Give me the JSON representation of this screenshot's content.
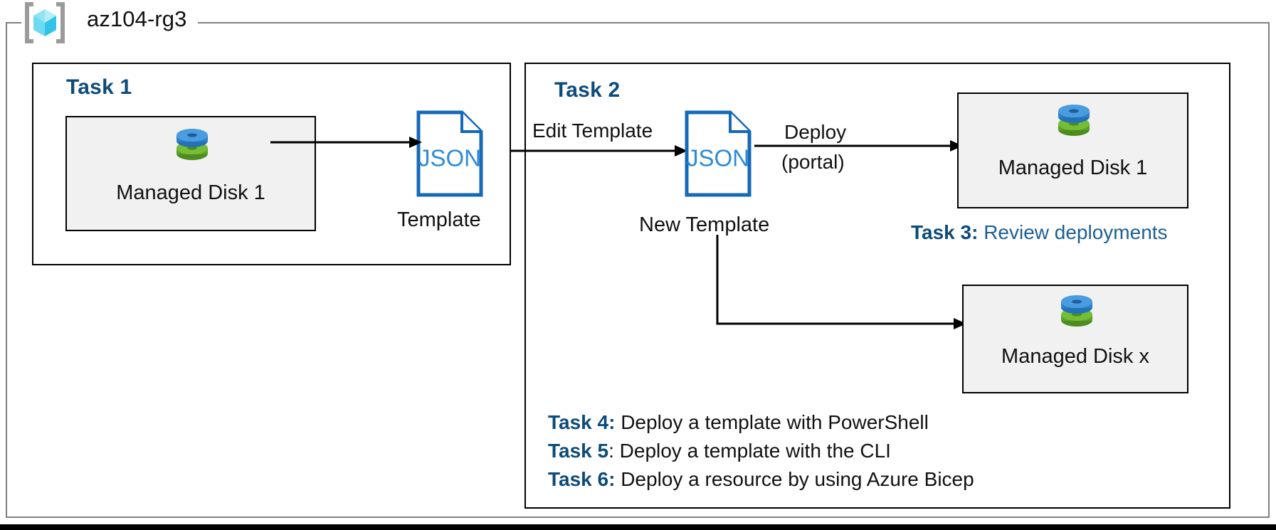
{
  "resource_group": {
    "name": "az104-rg3",
    "icon": "azure-resource-group-icon"
  },
  "panels": [
    {
      "id": "task1",
      "title": "Task 1"
    },
    {
      "id": "task2",
      "title": "Task 2"
    }
  ],
  "resources": [
    {
      "id": "disk1",
      "label": "Managed Disk 1",
      "icon": "managed-disk-icon"
    },
    {
      "id": "disk2",
      "label": "Managed Disk 1",
      "icon": "managed-disk-icon"
    },
    {
      "id": "diskx",
      "label": "Managed Disk x",
      "icon": "managed-disk-icon"
    }
  ],
  "templates": [
    {
      "id": "template1",
      "badge": "JSON",
      "caption": "Template",
      "icon": "json-document-icon"
    },
    {
      "id": "template2",
      "badge": "JSON",
      "caption": "New Template",
      "icon": "json-document-icon"
    }
  ],
  "edges": [
    {
      "id": "export",
      "label": ""
    },
    {
      "id": "edit",
      "label": "Edit Template"
    },
    {
      "id": "deploy_portal_line1",
      "label": "Deploy"
    },
    {
      "id": "deploy_portal_line2",
      "label": "(portal)"
    }
  ],
  "tasks": [
    {
      "id": "task3",
      "tag": "Task 3:",
      "desc": " Review deployments",
      "style": "blue"
    },
    {
      "id": "task4",
      "tag": "Task 4:",
      "desc": " Deploy a template with PowerShell",
      "style": "black"
    },
    {
      "id": "task5",
      "tag": "Task 5",
      "desc": ": Deploy a template with the CLI",
      "style": "black"
    },
    {
      "id": "task6",
      "tag": "Task 6:",
      "desc": " Deploy a resource by using Azure Bicep",
      "style": "black"
    }
  ],
  "colors": {
    "task_heading": "#0d4b7a",
    "task3_desc": "#1c5f94",
    "json_outline": "#1668b8",
    "json_text": "#2e8bd6",
    "rg_frame": "#7f7f7f",
    "resource_box_fill": "#f1f1f1",
    "disk_blue": "#3e92d8",
    "disk_green": "#63b12e"
  }
}
